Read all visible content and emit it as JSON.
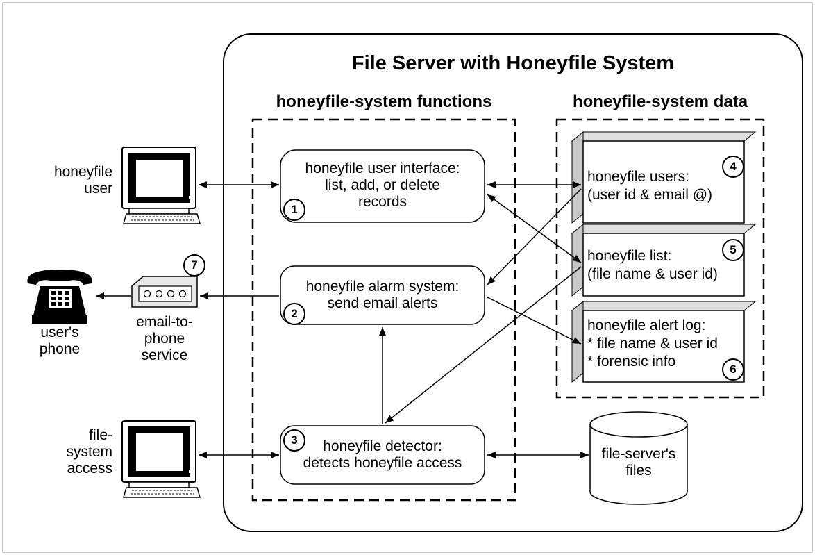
{
  "title": "File Server with Honeyfile System",
  "functions_heading": "honeyfile-system functions",
  "data_heading": "honeyfile-system data",
  "external": {
    "honeyfile_user": [
      "honeyfile",
      "user"
    ],
    "filesystem_access": [
      "file-",
      "system",
      "access"
    ],
    "users_phone": [
      "user's",
      "phone"
    ],
    "email_to_phone": [
      "email-to-",
      "phone",
      "service"
    ]
  },
  "functions": {
    "user_interface": [
      "honeyfile user interface:",
      "list, add, or delete",
      "records"
    ],
    "alarm_system": [
      "honeyfile alarm system:",
      "send email alerts"
    ],
    "detector": [
      "honeyfile detector:",
      "detects honeyfile access"
    ]
  },
  "data": {
    "users": [
      "honeyfile users:",
      "(user id & email @)"
    ],
    "list": [
      "honeyfile list:",
      "(file name & user id)"
    ],
    "alert_log": [
      "honeyfile alert log:",
      "* file name & user id",
      "* forensic info"
    ],
    "files": [
      "file-server's",
      "files"
    ]
  },
  "numbers": {
    "n1": "1",
    "n2": "2",
    "n3": "3",
    "n4": "4",
    "n5": "5",
    "n6": "6",
    "n7": "7"
  }
}
